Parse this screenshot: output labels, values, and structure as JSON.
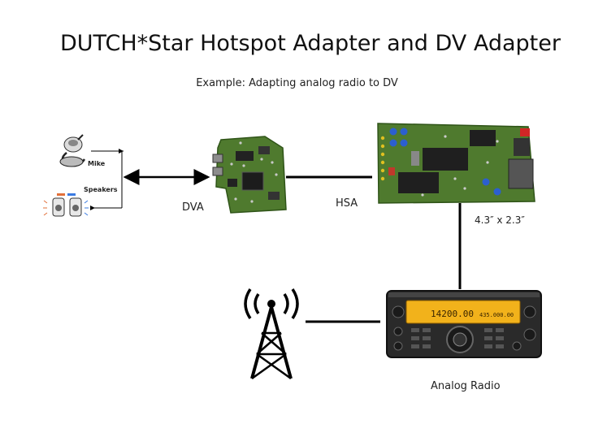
{
  "title": "DUTCH*Star Hotspot Adapter and DV Adapter",
  "subtitle": "Example: Adapting analog radio to DV",
  "labels": {
    "mike": "Mike",
    "speakers": "Speakers",
    "dva": "DVA",
    "hsa": "HSA",
    "dimensions": "4.3″ x 2.3″",
    "radio": "Analog Radio"
  },
  "radio_display": {
    "freq_main": "14200.00",
    "freq_sub": "435.000.00"
  },
  "colors": {
    "pcb_green": "#4f7a2e",
    "pcb_dark": "#2f5418",
    "radio_display": "#f2b21b",
    "radio_body": "#2a2a2a",
    "line": "#000000"
  }
}
